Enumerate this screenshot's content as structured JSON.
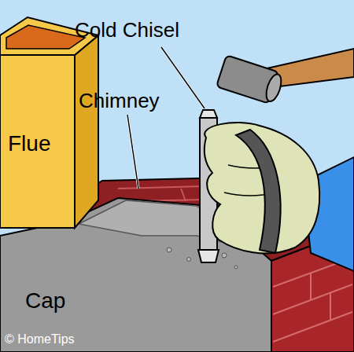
{
  "diagram": {
    "labels": [
      "Cold Chisel",
      "Chimney",
      "Flue",
      "Cap",
      "© HomeTips"
    ]
  }
}
